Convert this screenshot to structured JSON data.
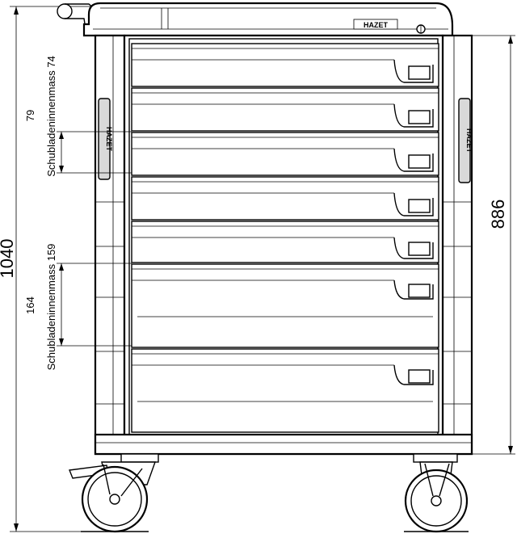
{
  "dimensions": {
    "total_height": "1040",
    "body_height": "886",
    "drawer_small_outer": "79",
    "drawer_small_label": "Schubladeninnenmass 74",
    "drawer_large_outer": "164",
    "drawer_large_label": "Schubladeninnenmass 159"
  },
  "brand": {
    "logo_text": "HAZET"
  }
}
